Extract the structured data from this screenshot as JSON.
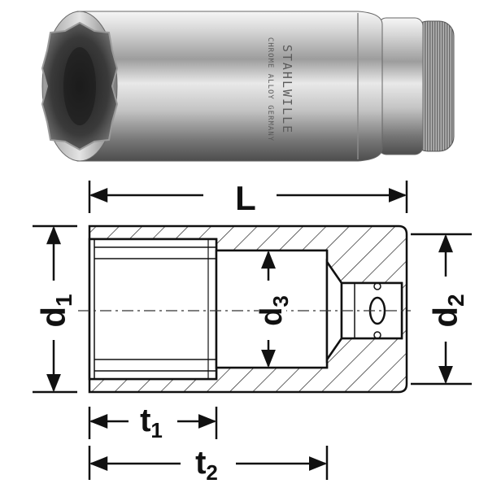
{
  "product_photo": {
    "engraving_line1": "STAHLWILLE",
    "engraving_line2": "CHROME ALLOY GERMANY"
  },
  "dimensions": {
    "length": "L",
    "d1": {
      "base": "d",
      "sub": "1"
    },
    "d2": {
      "base": "d",
      "sub": "2"
    },
    "d3": {
      "base": "d",
      "sub": "3"
    },
    "t1": {
      "base": "t",
      "sub": "1"
    },
    "t2": {
      "base": "t",
      "sub": "2"
    }
  }
}
